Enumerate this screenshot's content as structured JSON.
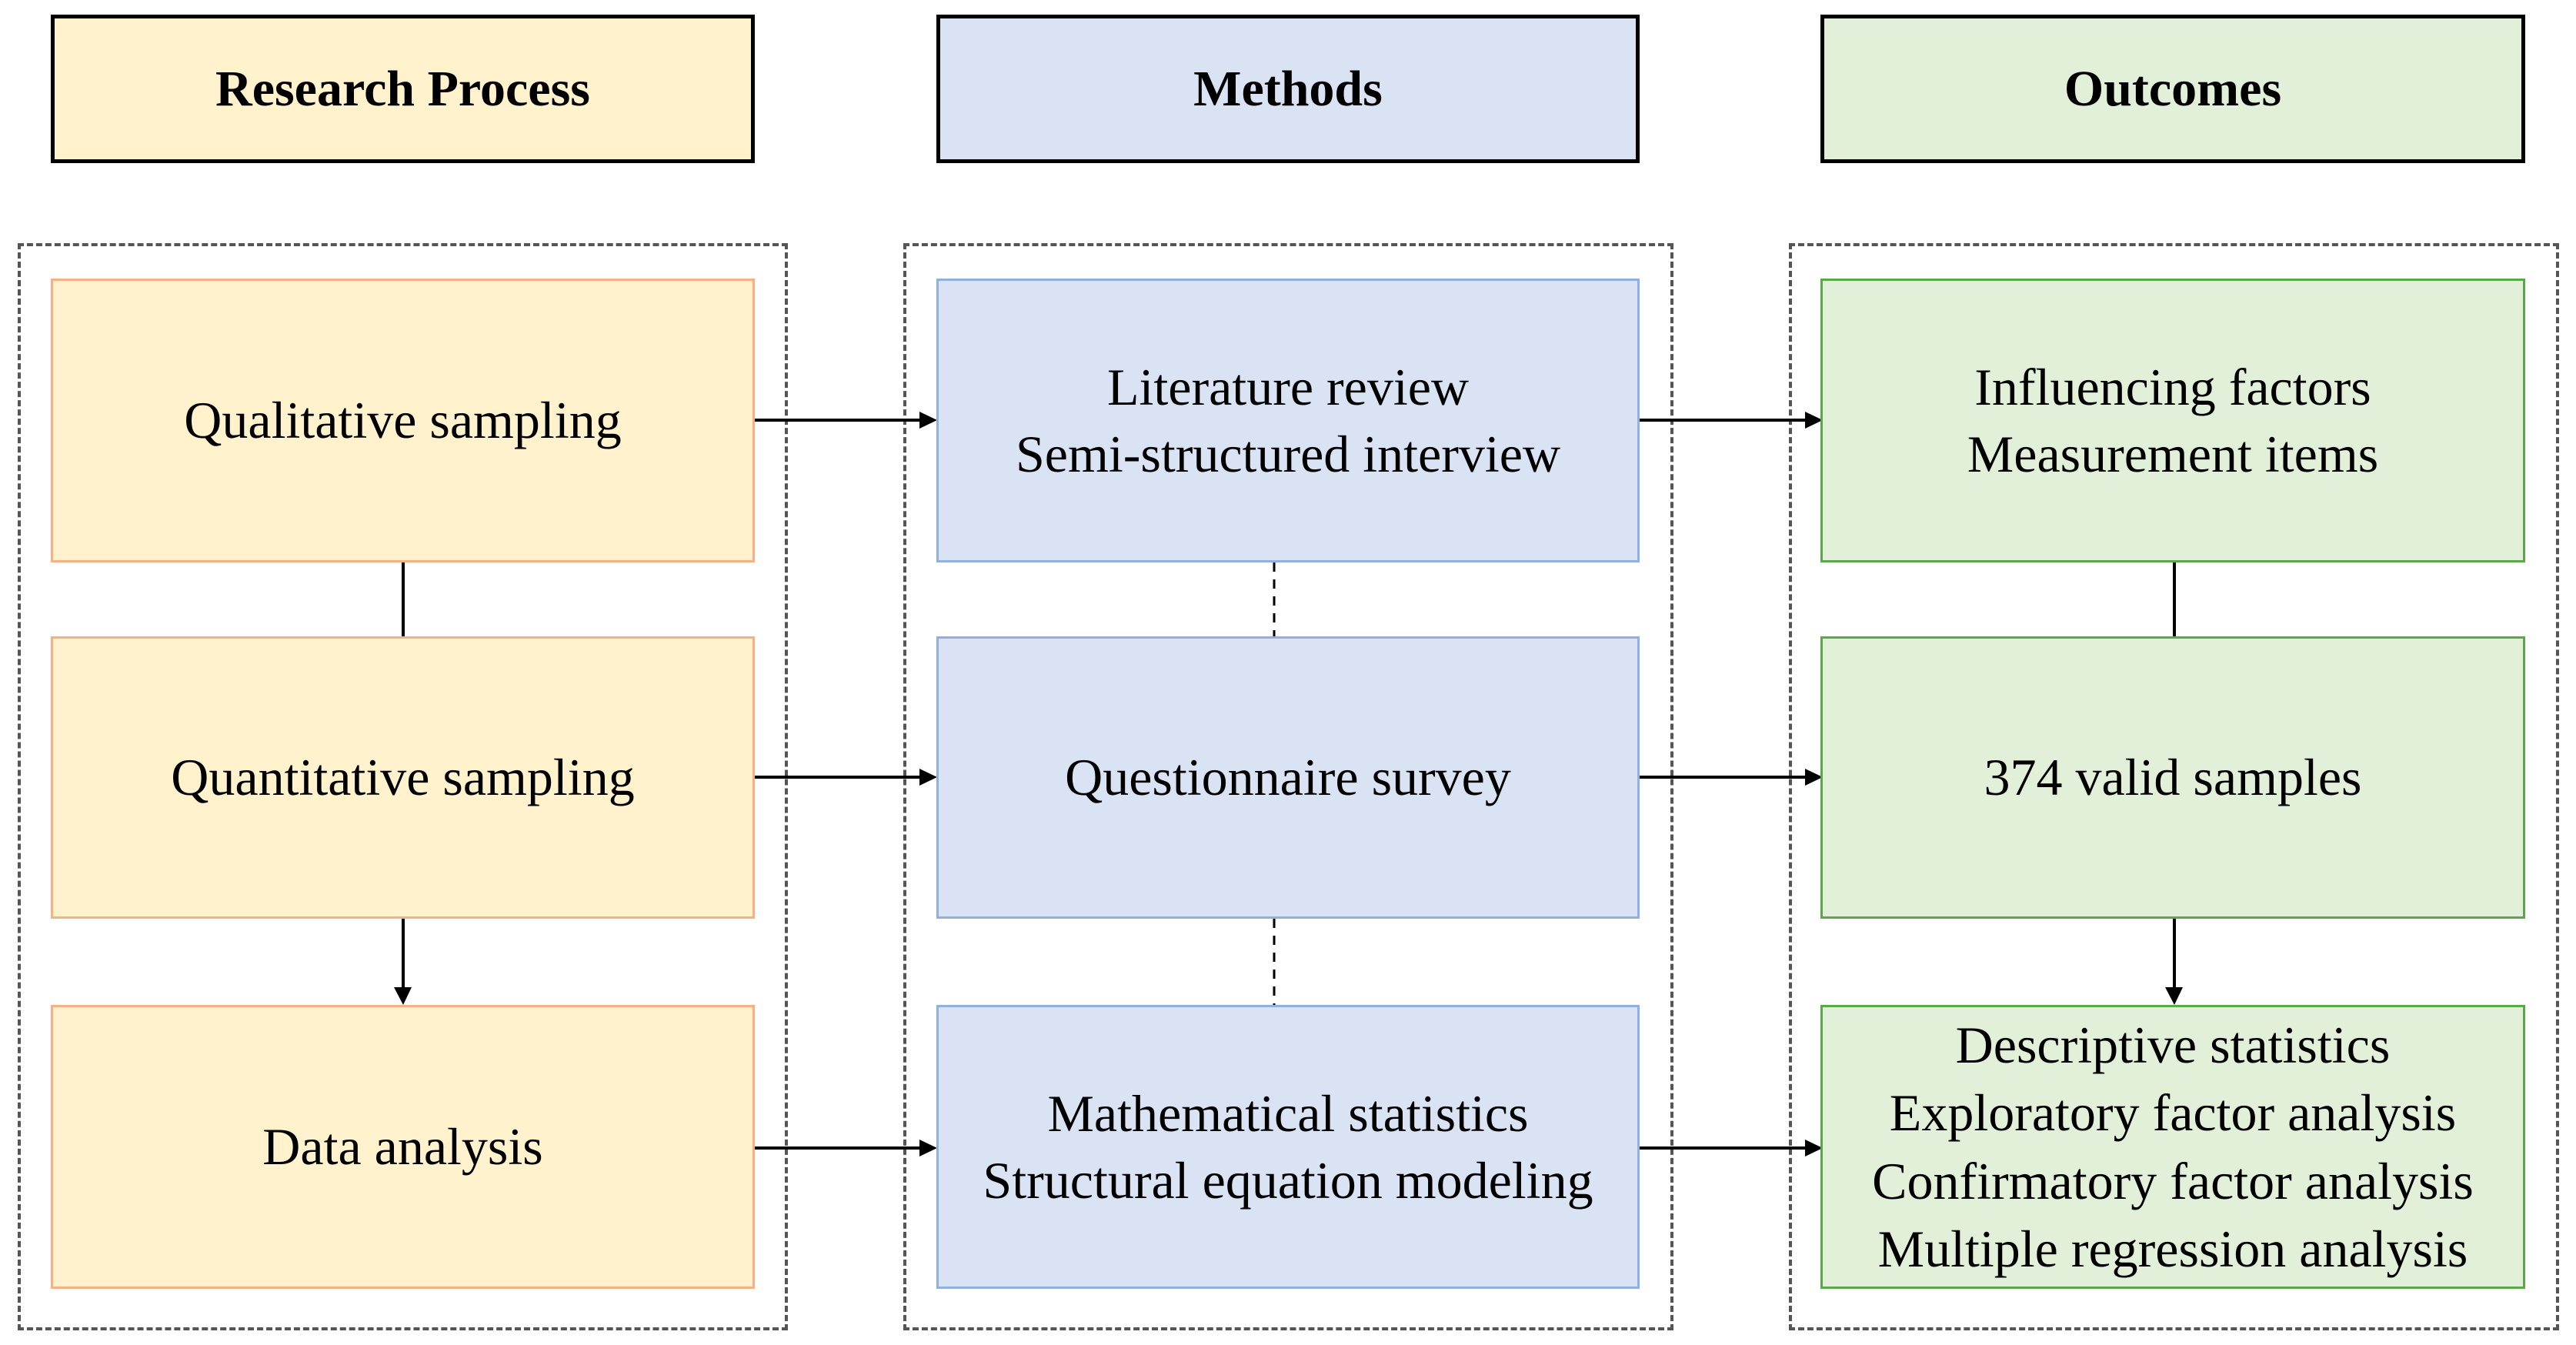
{
  "headers": {
    "process": "Research Process",
    "methods": "Methods",
    "outcomes": "Outcomes"
  },
  "process": [
    {
      "lines": [
        "Qualitative sampling"
      ]
    },
    {
      "lines": [
        "Quantitative sampling"
      ]
    },
    {
      "lines": [
        "Data analysis"
      ]
    }
  ],
  "methods": [
    {
      "lines": [
        "Literature review",
        "Semi-structured interview"
      ]
    },
    {
      "lines": [
        "Questionnaire survey"
      ]
    },
    {
      "lines": [
        "Mathematical statistics",
        "Structural equation modeling"
      ]
    }
  ],
  "outcomes": [
    {
      "lines": [
        "Influencing factors",
        "Measurement items"
      ]
    },
    {
      "lines": [
        "374 valid samples"
      ]
    },
    {
      "lines": [
        "Descriptive statistics",
        "Exploratory factor analysis",
        "Confirmatory factor analysis",
        "Multiple regression analysis"
      ]
    }
  ],
  "colors": {
    "process_fill": "#fff2cc",
    "process_border": "#f4b183",
    "methods_fill": "#dae3f3",
    "methods_border": "#8fb0e0",
    "outcomes_fill": "#e2f0d9",
    "outcomes_border": "#5aa84a",
    "dashed_group_border": "#555555",
    "arrow": "#000000"
  }
}
